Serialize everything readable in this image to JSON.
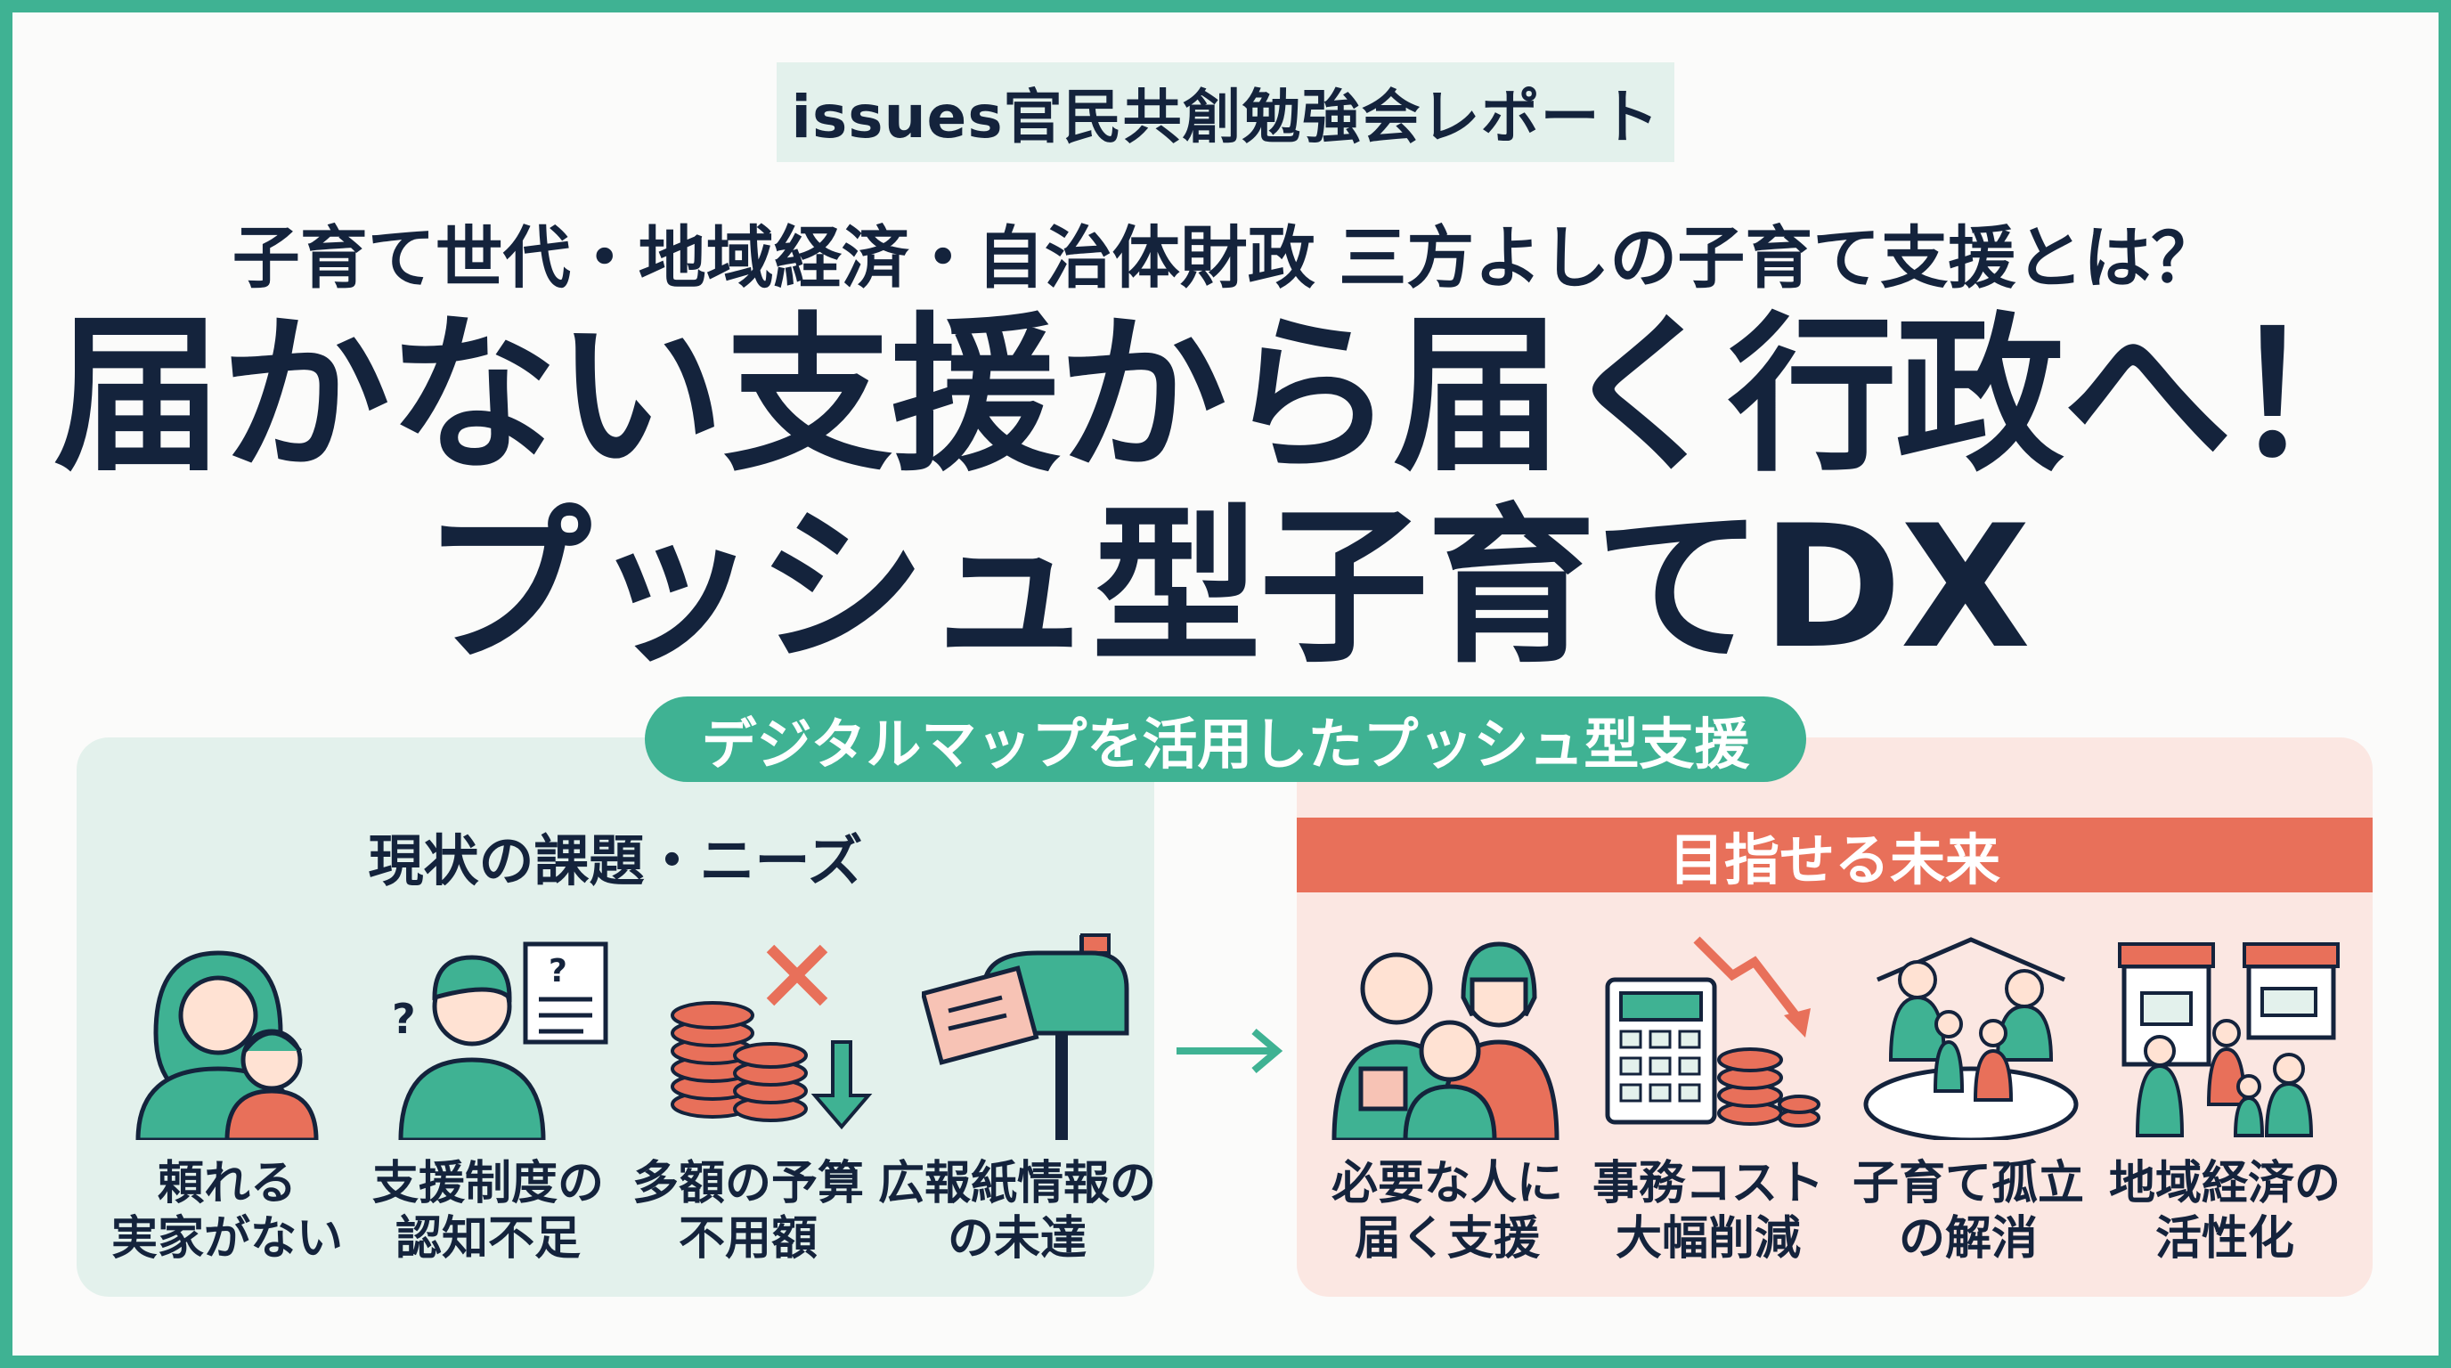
{
  "header": {
    "tag": "issues官民共創勉強会レポート",
    "subtitle": "子育て世代・地域経済・自治体財政 三方よしの子育て支援とは？",
    "title_line1": "届かない支援から届く行政へ！",
    "title_line2": "プッシュ型子育てDX"
  },
  "banner": "デジタルマップを活用したプッシュ型支援",
  "current": {
    "heading": "現状の課題・ニーズ",
    "items": [
      {
        "line1": "頼れる",
        "line2": "実家がない",
        "icon": "parent-child-icon"
      },
      {
        "line1": "支援制度の",
        "line2": "認知不足",
        "icon": "confused-person-icon"
      },
      {
        "line1": "多額の予算",
        "line2": "不用額",
        "icon": "coins-cross-icon"
      },
      {
        "line1": "広報紙情報の",
        "line2": "の未達",
        "icon": "mailbox-icon"
      }
    ]
  },
  "future": {
    "heading": "目指せる未来",
    "items": [
      {
        "line1": "必要な人に",
        "line2": "届く支援",
        "icon": "family-icon"
      },
      {
        "line1": "事務コスト",
        "line2": "大幅削減",
        "icon": "calculator-coins-icon"
      },
      {
        "line1": "子育て孤立",
        "line2": "の解消",
        "icon": "community-icon"
      },
      {
        "line1": "地域経済の",
        "line2": "活性化",
        "icon": "shops-icon"
      }
    ]
  },
  "colors": {
    "teal": "#3fb293",
    "coral": "#e8705a",
    "navy": "#14233c",
    "mint_bg": "#e3f1ec",
    "pink_bg": "#fbe7e2"
  }
}
